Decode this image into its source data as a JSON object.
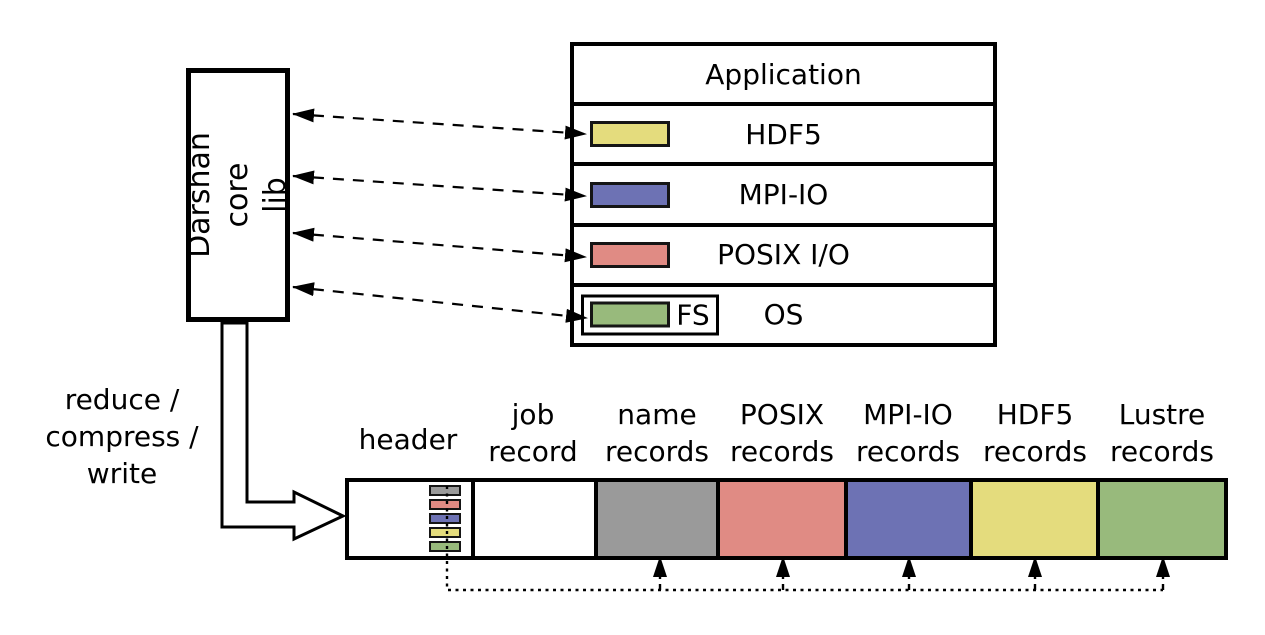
{
  "colors": {
    "yellow": "#e4dc7d",
    "blue": "#6d72b4",
    "red": "#e08b84",
    "green": "#98ba7c",
    "gray": "#9a9a9a",
    "white": "#ffffff"
  },
  "core_box": {
    "label": "Darshan core\nlib"
  },
  "left_note": {
    "lines": [
      "reduce /",
      "compress /",
      "write"
    ]
  },
  "app_stack": {
    "rows": [
      {
        "label": "Application"
      },
      {
        "label": "HDF5",
        "swatch_color": "yellow"
      },
      {
        "label": "MPI-IO",
        "swatch_color": "blue"
      },
      {
        "label": "POSIX I/O",
        "swatch_color": "red"
      },
      {
        "label": "OS",
        "swatch_color": "green",
        "inner_box_label": "FS"
      }
    ]
  },
  "log_bar": {
    "segments": [
      {
        "label_lines": [
          "header"
        ],
        "color": "white"
      },
      {
        "label_lines": [
          "job",
          "record"
        ],
        "color": "white"
      },
      {
        "label_lines": [
          "name",
          "records"
        ],
        "color": "gray"
      },
      {
        "label_lines": [
          "POSIX",
          "records"
        ],
        "color": "red"
      },
      {
        "label_lines": [
          "MPI-IO",
          "records"
        ],
        "color": "blue"
      },
      {
        "label_lines": [
          "HDF5",
          "records"
        ],
        "color": "yellow"
      },
      {
        "label_lines": [
          "Lustre",
          "records"
        ],
        "color": "green"
      }
    ],
    "mini_swatch_colors": [
      "gray",
      "red",
      "blue",
      "yellow",
      "green"
    ]
  }
}
